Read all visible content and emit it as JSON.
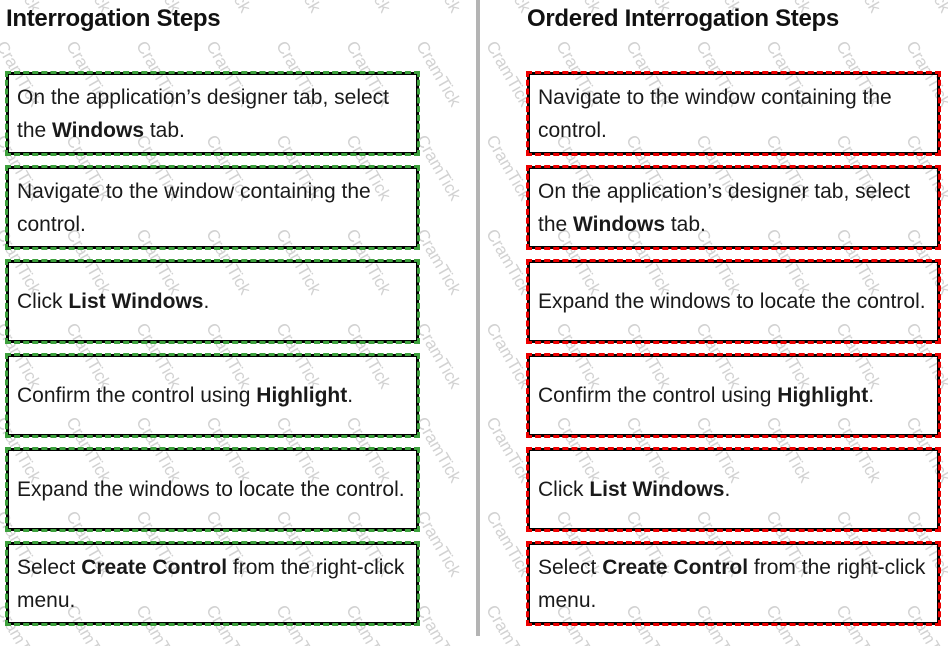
{
  "left_panel": {
    "title": "Interrogation Steps",
    "box_border_color": "#000000",
    "box_dash_color": "#3ca03c",
    "steps": [
      {
        "segments": [
          {
            "t": "On the application’s designer tab, select the "
          },
          {
            "t": "Windows",
            "b": true
          },
          {
            "t": " tab."
          }
        ]
      },
      {
        "segments": [
          {
            "t": "Navigate to the window containing the control."
          }
        ]
      },
      {
        "segments": [
          {
            "t": "Click "
          },
          {
            "t": "List Windows",
            "b": true
          },
          {
            "t": "."
          }
        ]
      },
      {
        "segments": [
          {
            "t": "Confirm the control using "
          },
          {
            "t": "Highlight",
            "b": true
          },
          {
            "t": "."
          }
        ]
      },
      {
        "segments": [
          {
            "t": "Expand the windows to locate the control."
          }
        ]
      },
      {
        "segments": [
          {
            "t": "Select "
          },
          {
            "t": "Create Control",
            "b": true
          },
          {
            "t": " from the right-click menu."
          }
        ]
      }
    ]
  },
  "right_panel": {
    "title": "Ordered Interrogation Steps",
    "box_border_color": "#000000",
    "box_dash_color": "#ee0000",
    "steps": [
      {
        "segments": [
          {
            "t": "Navigate to the window containing the control."
          }
        ]
      },
      {
        "segments": [
          {
            "t": "On the application’s designer tab, select the "
          },
          {
            "t": "Windows",
            "b": true
          },
          {
            "t": " tab."
          }
        ]
      },
      {
        "segments": [
          {
            "t": "Expand the windows to locate the control."
          }
        ]
      },
      {
        "segments": [
          {
            "t": "Confirm the control using "
          },
          {
            "t": "Highlight",
            "b": true
          },
          {
            "t": "."
          }
        ]
      },
      {
        "segments": [
          {
            "t": "Click "
          },
          {
            "t": "List Windows",
            "b": true
          },
          {
            "t": "."
          }
        ]
      },
      {
        "segments": [
          {
            "t": "Select "
          },
          {
            "t": "Create Control",
            "b": true
          },
          {
            "t": " from the right-click menu."
          }
        ]
      }
    ]
  },
  "watermark": {
    "text": "CramTick",
    "color": "#d2d2d2"
  },
  "divider_color": "#b4b4b4"
}
